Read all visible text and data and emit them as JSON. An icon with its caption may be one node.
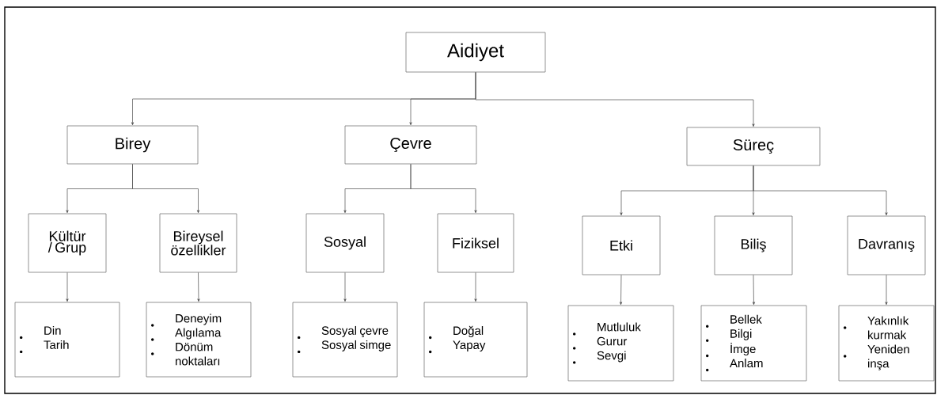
{
  "diagram": {
    "nodes": [
      {
        "text": [
          "Aidiyet"
        ]
      },
      {
        "text": [
          "Birey"
        ]
      },
      {
        "text": [
          "Çevre"
        ]
      },
      {
        "text": [
          "Süreç"
        ]
      },
      {
        "text": [
          "Kültür / Grup"
        ]
      },
      {
        "text": [
          "Bireysel özellikler"
        ]
      },
      {
        "text": [
          "Sosyal"
        ]
      },
      {
        "text": [
          "Fiziksel"
        ]
      },
      {
        "text": [
          "Etki"
        ]
      },
      {
        "text": [
          "Biliş"
        ]
      },
      {
        "text": [
          "Davranış"
        ]
      },
      {
        "text": [
          "Din",
          "Tarih"
        ]
      },
      {
        "text": [
          "Deneyim",
          "Algılama",
          "Dönüm noktaları"
        ]
      },
      {
        "text": [
          "Sosyal çevre",
          "Sosyal simge"
        ]
      },
      {
        "text": [
          "Doğal",
          "Yapay"
        ]
      },
      {
        "text": [
          "Mutluluk",
          "Gurur",
          "Sevgi"
        ]
      },
      {
        "text": [
          "Bellek",
          "Bilgi",
          "İmge",
          "Anlam"
        ]
      },
      {
        "text": [
          "Yakınlık kurmak",
          "Yeniden inşa"
        ]
      }
    ],
    "edges": [
      {
        "from": 0,
        "to": 1,
        "arrow": "to"
      },
      {
        "from": 0,
        "to": 2,
        "arrow": "to"
      },
      {
        "from": 0,
        "to": 3,
        "arrow": "to"
      },
      {
        "from": 1,
        "to": 4,
        "arrow": "to"
      },
      {
        "from": 1,
        "to": 5,
        "arrow": "to"
      },
      {
        "from": 2,
        "to": 6,
        "arrow": "to"
      },
      {
        "from": 2,
        "to": 7,
        "arrow": "to"
      },
      {
        "from": 3,
        "to": 8,
        "arrow": "to"
      },
      {
        "from": 3,
        "to": 9,
        "arrow": "to"
      },
      {
        "from": 3,
        "to": 10,
        "arrow": "to"
      },
      {
        "from": 4,
        "to": 11,
        "arrow": "to"
      },
      {
        "from": 5,
        "to": 12,
        "arrow": "to"
      },
      {
        "from": 6,
        "to": 13,
        "arrow": "to"
      },
      {
        "from": 7,
        "to": 14,
        "arrow": "to"
      },
      {
        "from": 8,
        "to": 15,
        "arrow": "to"
      },
      {
        "from": 9,
        "to": 16,
        "arrow": "to"
      },
      {
        "from": 10,
        "to": 17,
        "arrow": "to"
      }
    ]
  }
}
